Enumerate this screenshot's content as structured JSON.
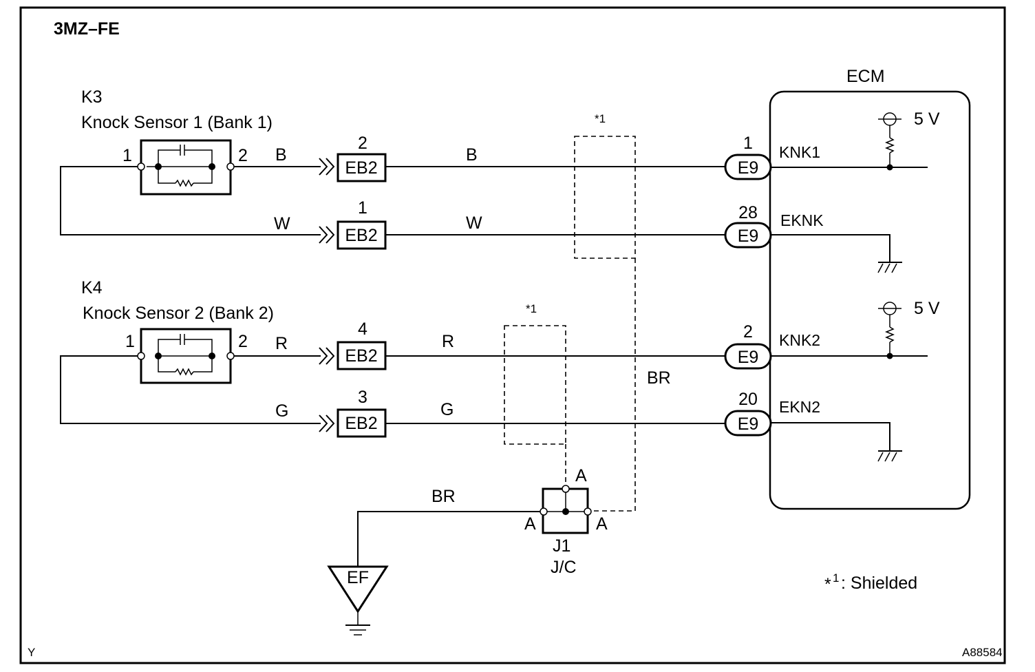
{
  "engine_label": "3MZ–FE",
  "ecm": {
    "title": "ECM",
    "knk1": "KNK1",
    "eknk": "EKNK",
    "knk2": "KNK2",
    "ekn2": "EKN2",
    "supply1": "5 V",
    "supply2": "5 V"
  },
  "sensor1": {
    "code": "K3",
    "name": "Knock Sensor 1 (Bank 1)",
    "pin1": "1",
    "pin2": "2"
  },
  "sensor2": {
    "code": "K4",
    "name": "Knock Sensor 2 (Bank 2)",
    "pin1": "1",
    "pin2": "2"
  },
  "connectors": {
    "eb2": "EB2",
    "eb2_pins": [
      "2",
      "1",
      "4",
      "3"
    ],
    "e9": "E9",
    "e9_pins": [
      "1",
      "28",
      "2",
      "20"
    ]
  },
  "wires": {
    "b": "B",
    "w": "W",
    "r": "R",
    "g": "G",
    "br": "BR"
  },
  "shield_marks": [
    "*1",
    "*1"
  ],
  "junction": {
    "code": "J1",
    "name": "J/C",
    "pin_a": "A"
  },
  "ground_ef": "EF",
  "legend": {
    "star": "*",
    "sup": "1",
    "text": ": Shielded"
  },
  "corner_left": "Y",
  "figure_code": "A88584"
}
